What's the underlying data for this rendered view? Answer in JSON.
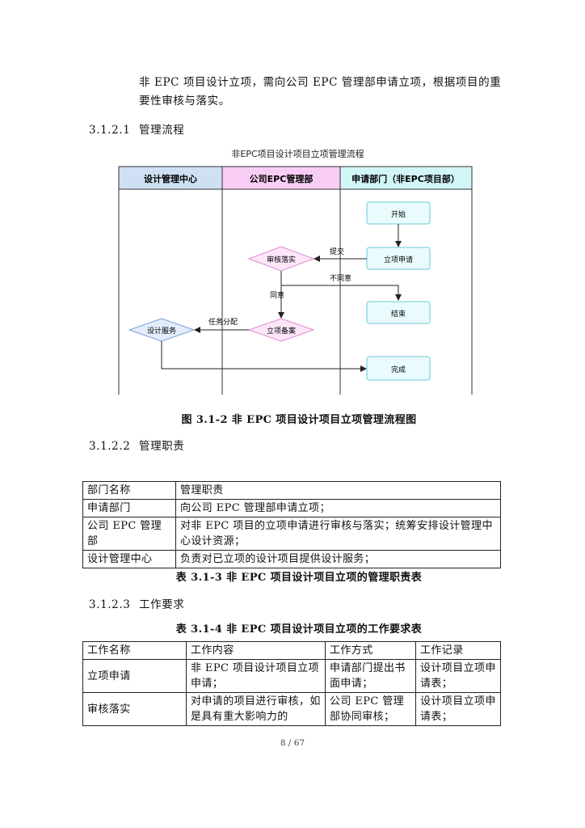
{
  "intro_paragraph": "非 EPC 项目设计立项，需向公司 EPC 管理部申请立项，根据项目的重要性审核与落实。",
  "section_1": {
    "number": "3.1.2.1",
    "title": "管理流程"
  },
  "flowchart": {
    "title": "非EPC项目设计项目立项管理流程",
    "lanes": [
      "设计管理中心",
      "公司EPC管理部",
      "申请部门（非EPC项目部）"
    ],
    "nodes": {
      "start": "开始",
      "apply": "立项申请",
      "review": "审核落实",
      "end": "结束",
      "filing": "立项备案",
      "design_service": "设计服务",
      "complete": "完成"
    },
    "edges": {
      "submit": "提交",
      "disagree": "不同意",
      "agree": "同意",
      "assign": "任务分配"
    },
    "colors": {
      "lane1_header": "#cfe0f5",
      "lane2_header": "#f7cdf5",
      "lane3_header": "#d2f5f7",
      "rect_fill": "#e9fbfd",
      "rect_stroke": "#6cc9d4",
      "diamond1_fill": "#fde6f8",
      "diamond1_stroke": "#e08ad4",
      "diamond2_fill": "#e3ecfb",
      "diamond2_stroke": "#7da0d8"
    }
  },
  "figure_caption": "图 3.1-2 非 EPC 项目设计项目立项管理流程图",
  "section_2": {
    "number": "3.1.2.2",
    "title": "管理职责"
  },
  "duty_table": {
    "headers": [
      "部门名称",
      "管理职责"
    ],
    "rows": [
      [
        "申请部门",
        "向公司 EPC 管理部申请立项；"
      ],
      [
        "公司 EPC 管理部",
        "对非 EPC 项目的立项申请进行审核与落实；统筹安排设计管理中心设计资源；"
      ],
      [
        "设计管理中心",
        "负责对已立项的设计项目提供设计服务；"
      ]
    ]
  },
  "duty_caption": "表 3.1-3 非 EPC 项目设计项目立项的管理职责表",
  "section_3": {
    "number": "3.1.2.3",
    "title": "工作要求"
  },
  "req_caption": "表 3.1-4 非 EPC 项目设计项目立项的工作要求表",
  "req_table": {
    "headers": [
      "工作名称",
      "工作内容",
      "工作方式",
      "工作记录"
    ],
    "rows": [
      [
        "立项申请",
        "非 EPC 项目设计项目立项申请；",
        "申请部门提出书面申请；",
        "设计项目立项申请表；"
      ],
      [
        "审核落实",
        "对申请的项目进行审核，如是具有重大影响力的",
        "公司 EPC 管理部协同审核；",
        "设计项目立项申请表；"
      ]
    ]
  },
  "page_number": "8 / 67"
}
